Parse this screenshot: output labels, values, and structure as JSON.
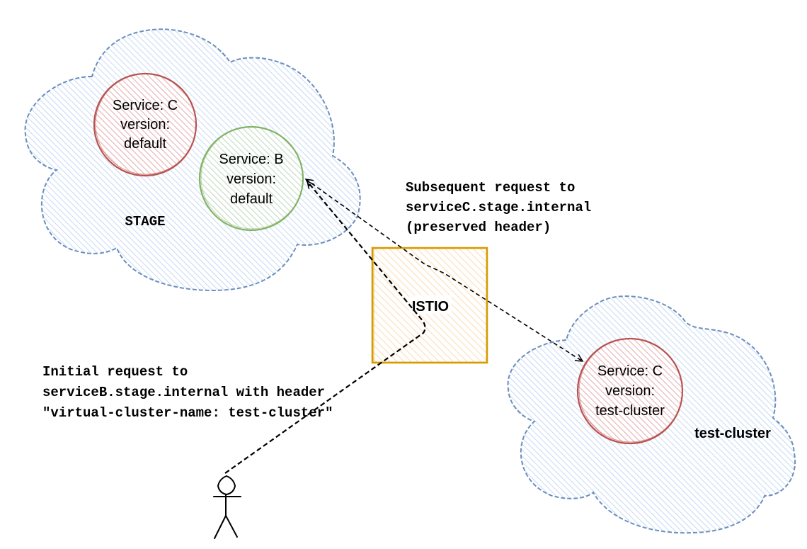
{
  "clusters": [
    {
      "id": "stage",
      "label": "STAGE",
      "services": [
        {
          "id": "stage-service-c",
          "lines": [
            "Service: C",
            "version:",
            "default"
          ],
          "color": "#b85450",
          "fill": "#f8cecc"
        },
        {
          "id": "stage-service-b",
          "lines": [
            "Service: B",
            "version:",
            "default"
          ],
          "color": "#82b366",
          "fill": "#d5e8d4"
        }
      ]
    },
    {
      "id": "test-cluster",
      "label": "test-cluster",
      "services": [
        {
          "id": "test-service-c",
          "lines": [
            "Service: C",
            "version:",
            "test-cluster"
          ],
          "color": "#b85450",
          "fill": "#f8cecc"
        }
      ]
    }
  ],
  "gateway": {
    "label": "ISTIO",
    "color": "#d79b00",
    "fill": "#ffe6cc"
  },
  "annotations": {
    "subsequent": [
      "Subsequent request to",
      "serviceC.stage.internal",
      "(preserved header)"
    ],
    "initial": [
      "Initial request to",
      "serviceB.stage.internal with header",
      "\"virtual-cluster-name: test-cluster\""
    ]
  },
  "colors": {
    "cloud_stroke": "#6c8ebf",
    "cloud_fill": "#dae8fc",
    "arrow": "#000000"
  }
}
